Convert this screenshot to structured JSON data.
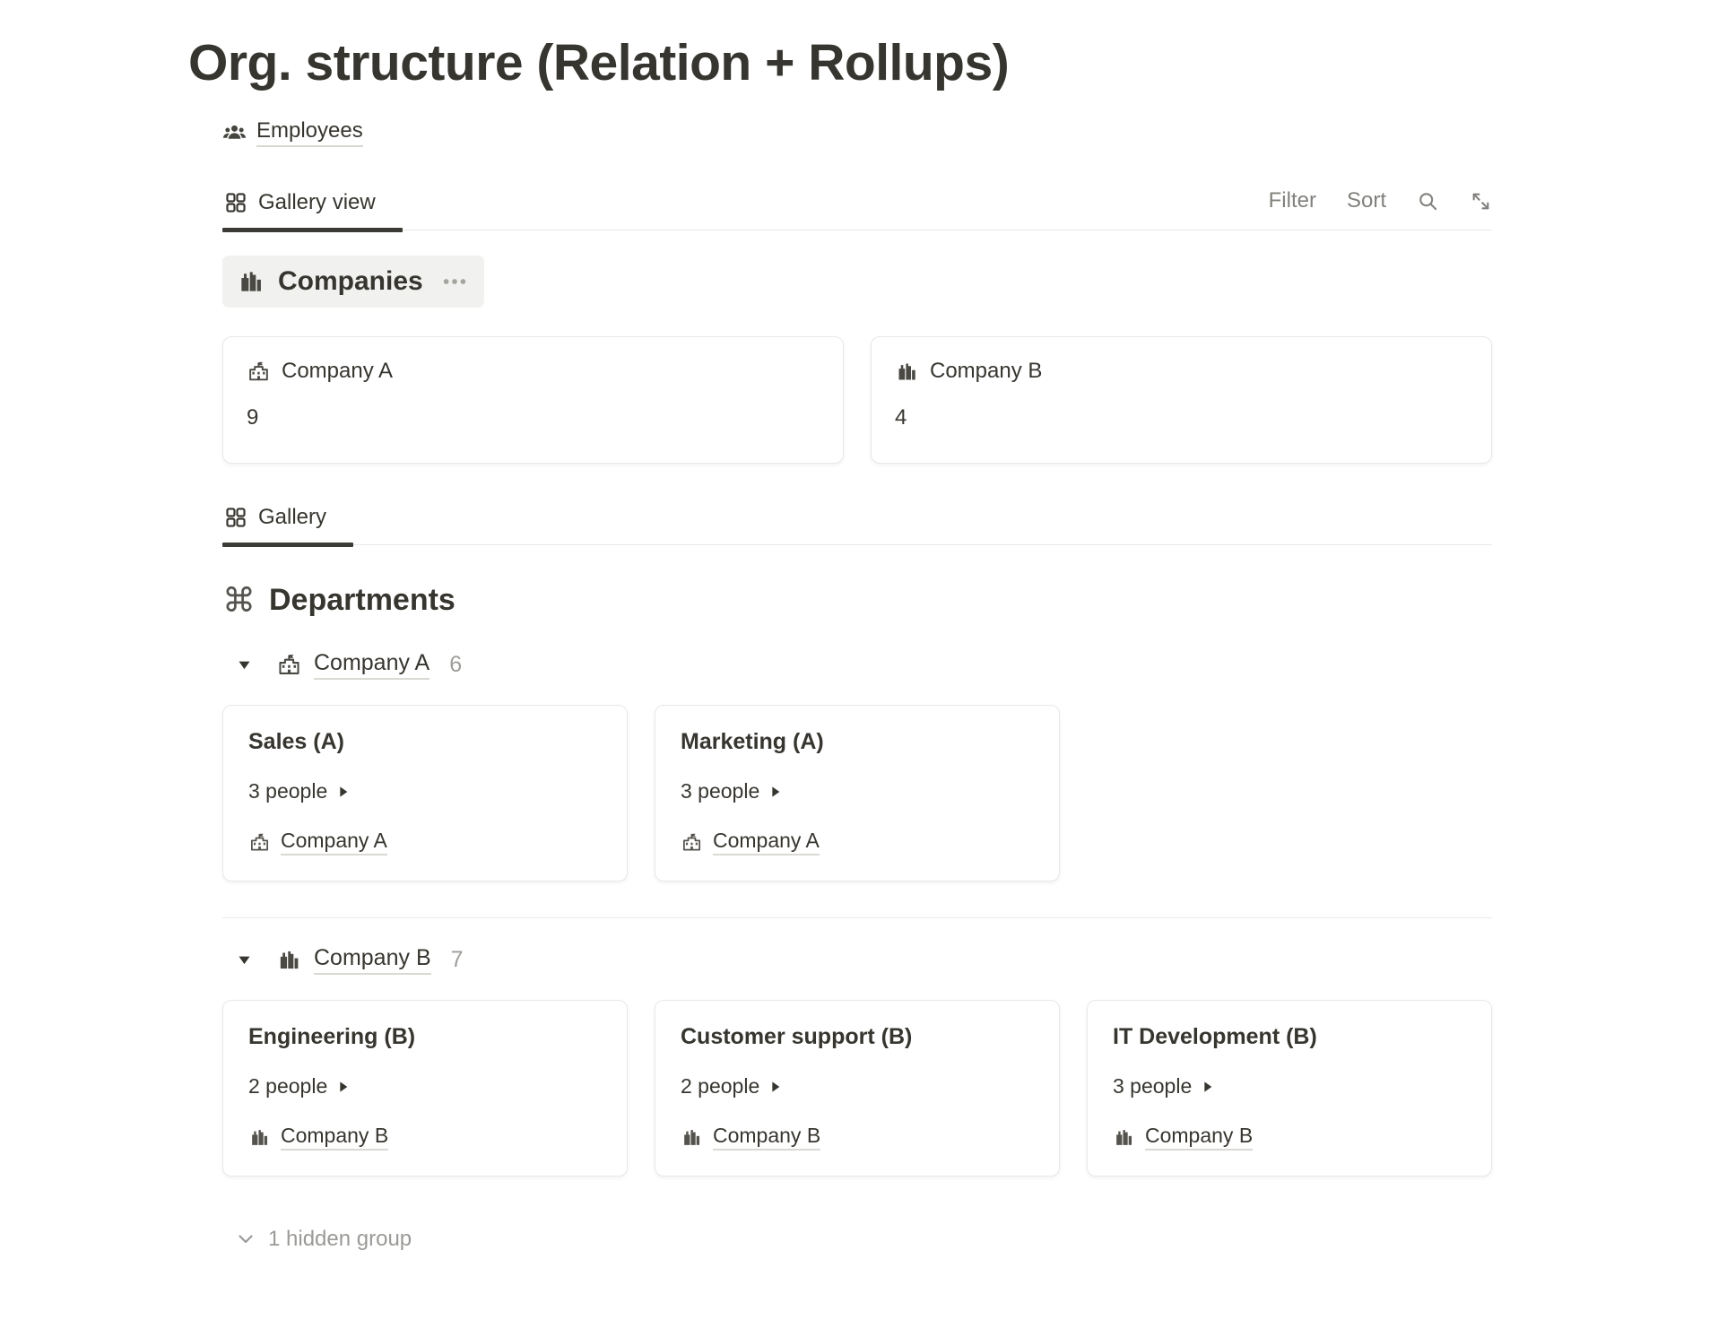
{
  "page_title": "Org. structure (Relation + Rollups)",
  "source": {
    "label": "Employees"
  },
  "toolbar": {
    "tab_label": "Gallery view",
    "filter_label": "Filter",
    "sort_label": "Sort"
  },
  "companies": {
    "title": "Companies",
    "cards": [
      {
        "name": "Company A",
        "rollup_value": "9"
      },
      {
        "name": "Company B",
        "rollup_value": "4"
      }
    ]
  },
  "departments": {
    "tab_label": "Gallery",
    "title": "Departments",
    "command_glyph": "⌘",
    "groups": [
      {
        "name": "Company A",
        "count": "6",
        "cards": [
          {
            "title": "Sales (A)",
            "people": "3 people",
            "company": "Company A"
          },
          {
            "title": "Marketing (A)",
            "people": "3 people",
            "company": "Company A"
          }
        ]
      },
      {
        "name": "Company B",
        "count": "7",
        "cards": [
          {
            "title": "Engineering (B)",
            "people": "2 people",
            "company": "Company B"
          },
          {
            "title": "Customer support (B)",
            "people": "2 people",
            "company": "Company B"
          },
          {
            "title": "IT Development (B)",
            "people": "3 people",
            "company": "Company B"
          }
        ]
      }
    ],
    "hidden_group_label": "1 hidden group"
  },
  "colors": {
    "text": "#37352f",
    "muted_text": "#82817d",
    "faint_text": "#9b9a97",
    "header_background": "#f1f1ef",
    "divider": "#e9e8e6",
    "active_tab_underline": "#3b3a34"
  }
}
